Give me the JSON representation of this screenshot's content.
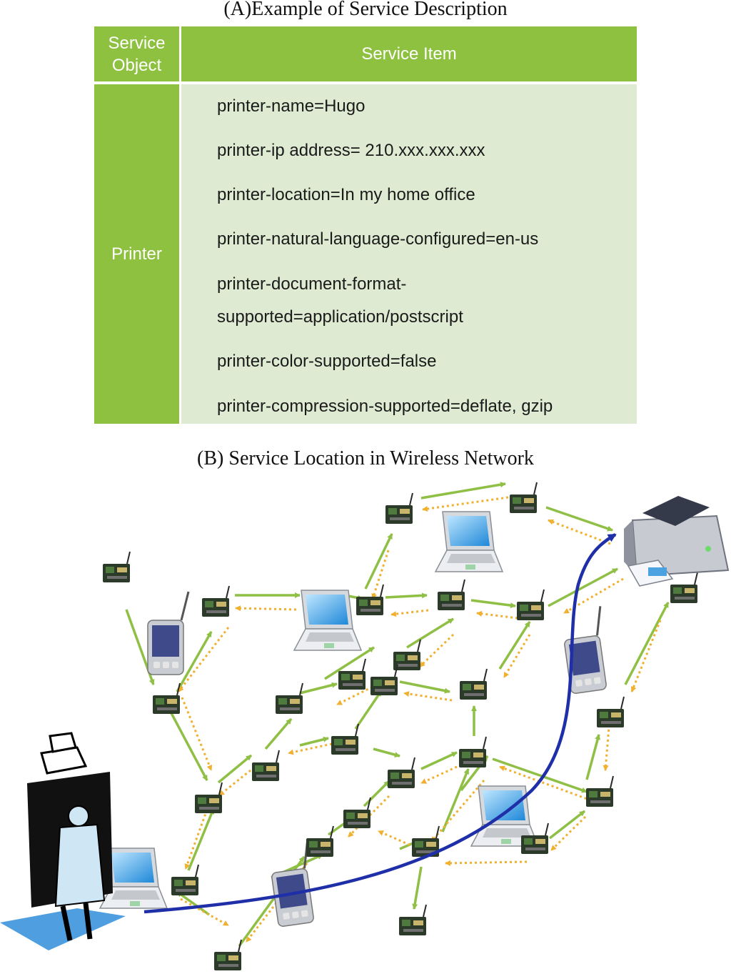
{
  "caption_a": "(A)Example of Service Description",
  "caption_b": "(B) Service Location in Wireless Network",
  "table": {
    "header_object": "Service Object",
    "header_item": "Service Item",
    "object": "Printer",
    "items": [
      "printer-name=Hugo",
      "printer-ip address= 210.xxx.xxx.xxx",
      "printer-location=In my home office",
      "printer-natural-language-configured=en-us",
      "printer-document-format-",
      "supported=application/postscript",
      "printer-color-supported=false",
      "printer-compression-supported=deflate, gzip"
    ]
  },
  "colors": {
    "table_header": "#8dc13f",
    "table_body": "#deebd2",
    "forward_arrow": "#8fbf45",
    "reply_arrow": "#f0b030",
    "route_path": "#1f2fa8"
  },
  "diagram_icons": [
    "sensor-node-icon",
    "laptop-icon",
    "pda-icon",
    "printer-icon",
    "user-figure-icon"
  ]
}
